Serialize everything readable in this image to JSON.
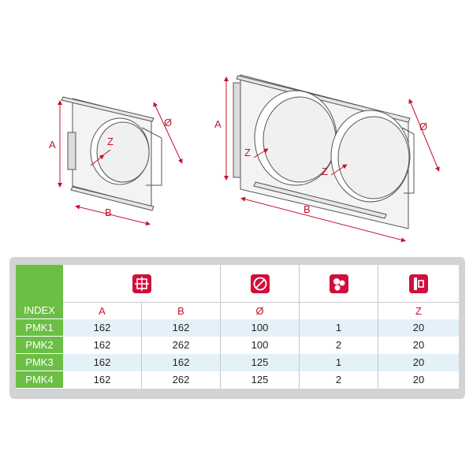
{
  "colors": {
    "accent_red": "#c8102e",
    "index_green": "#6cbe45",
    "row_tint": "#e4f1f8",
    "line_gray": "#555555"
  },
  "diagram": {
    "single": {
      "dim_height": "A",
      "dim_width": "B",
      "dim_diameter": "Ø",
      "dim_depth": "Z"
    },
    "double": {
      "dim_height": "A",
      "dim_width": "B",
      "dim_diameter": "Ø",
      "dim_depth_1": "Z",
      "dim_depth_2": "Z"
    }
  },
  "table": {
    "icons": [
      "dimensions-icon",
      "diameter-icon",
      "outlets-icon",
      "depth-icon"
    ],
    "header": {
      "index": "INDEX",
      "cols": [
        "A",
        "B",
        "Ø",
        "",
        "Z"
      ]
    },
    "rows": [
      {
        "index": "PMK1",
        "cells": [
          "162",
          "162",
          "100",
          "1",
          "20"
        ]
      },
      {
        "index": "PMK2",
        "cells": [
          "162",
          "262",
          "100",
          "2",
          "20"
        ]
      },
      {
        "index": "PMK3",
        "cells": [
          "162",
          "162",
          "125",
          "1",
          "20"
        ]
      },
      {
        "index": "PMK4",
        "cells": [
          "162",
          "262",
          "125",
          "2",
          "20"
        ]
      }
    ]
  }
}
